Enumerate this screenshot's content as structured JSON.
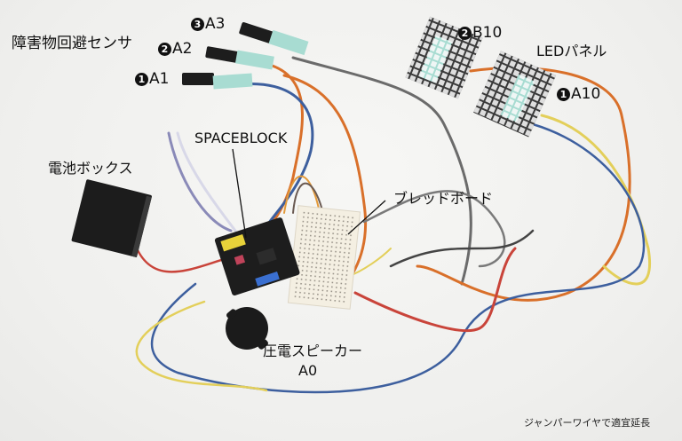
{
  "image": {
    "description": "Photo of SPACEBLOCK microcontroller wired to sensors, LED panels, speaker, battery box and breadboard",
    "background": "#f3f3f1"
  },
  "labels": {
    "sensor_title": "障害物回避センサ",
    "sensor_1": {
      "num": "1",
      "port": "A1"
    },
    "sensor_2": {
      "num": "2",
      "port": "A2"
    },
    "sensor_3": {
      "num": "3",
      "port": "A3"
    },
    "led_title": "LEDパネル",
    "led_1": {
      "num": "1",
      "port": "A10"
    },
    "led_2": {
      "num": "2",
      "port": "B10"
    },
    "controller": "SPACEBLOCK",
    "battery": "電池ボックス",
    "breadboard": "ブレッドボード",
    "speaker_title": "圧電スピーカー",
    "speaker_port": "A0",
    "footnote": "ジャンパーワイヤで適宜延長"
  },
  "colors": {
    "wire_orange": "#d9702a",
    "wire_blue": "#3d5f9e",
    "wire_gray": "#6b6b6b",
    "wire_red": "#c9443a",
    "wire_yellow": "#e3cf5a",
    "tape_mint": "#a8dcd2",
    "board_black": "#1d1d1d",
    "header_yellow": "#e8d23a"
  }
}
